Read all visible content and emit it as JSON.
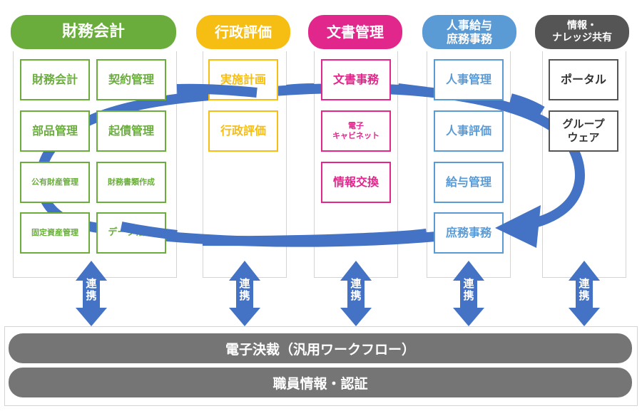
{
  "colors": {
    "finance": "#6aad3d",
    "admin": "#f6bd12",
    "docs": "#e2278c",
    "hr": "#5b9bd5",
    "info": "#555555",
    "link_arrow": "#4472c4",
    "bar": "#757575"
  },
  "columns": {
    "finance": {
      "header": "財務会計",
      "items": [
        "財務会計",
        "契約管理",
        "部品管理",
        "起債管理",
        "公有財産管理",
        "財務書類作成",
        "固定資産管理",
        "データ活用"
      ]
    },
    "admin": {
      "header": "行政評価",
      "items": [
        "実施計画",
        "行政評価"
      ]
    },
    "docs": {
      "header": "文書管理",
      "items": [
        "文書事務",
        "電子\nキャビネット",
        "情報交換"
      ]
    },
    "hr": {
      "header": "人事給与\n庶務事務",
      "items": [
        "人事管理",
        "人事評価",
        "給与管理",
        "庶務事務"
      ]
    },
    "info": {
      "header": "情報・\nナレッジ共有",
      "items": [
        "ポータル",
        "グループ\nウェア"
      ]
    }
  },
  "link_label": "連\n携",
  "bars": {
    "workflow": "電子決裁（汎用ワークフロー）",
    "auth": "職員情報・認証"
  }
}
